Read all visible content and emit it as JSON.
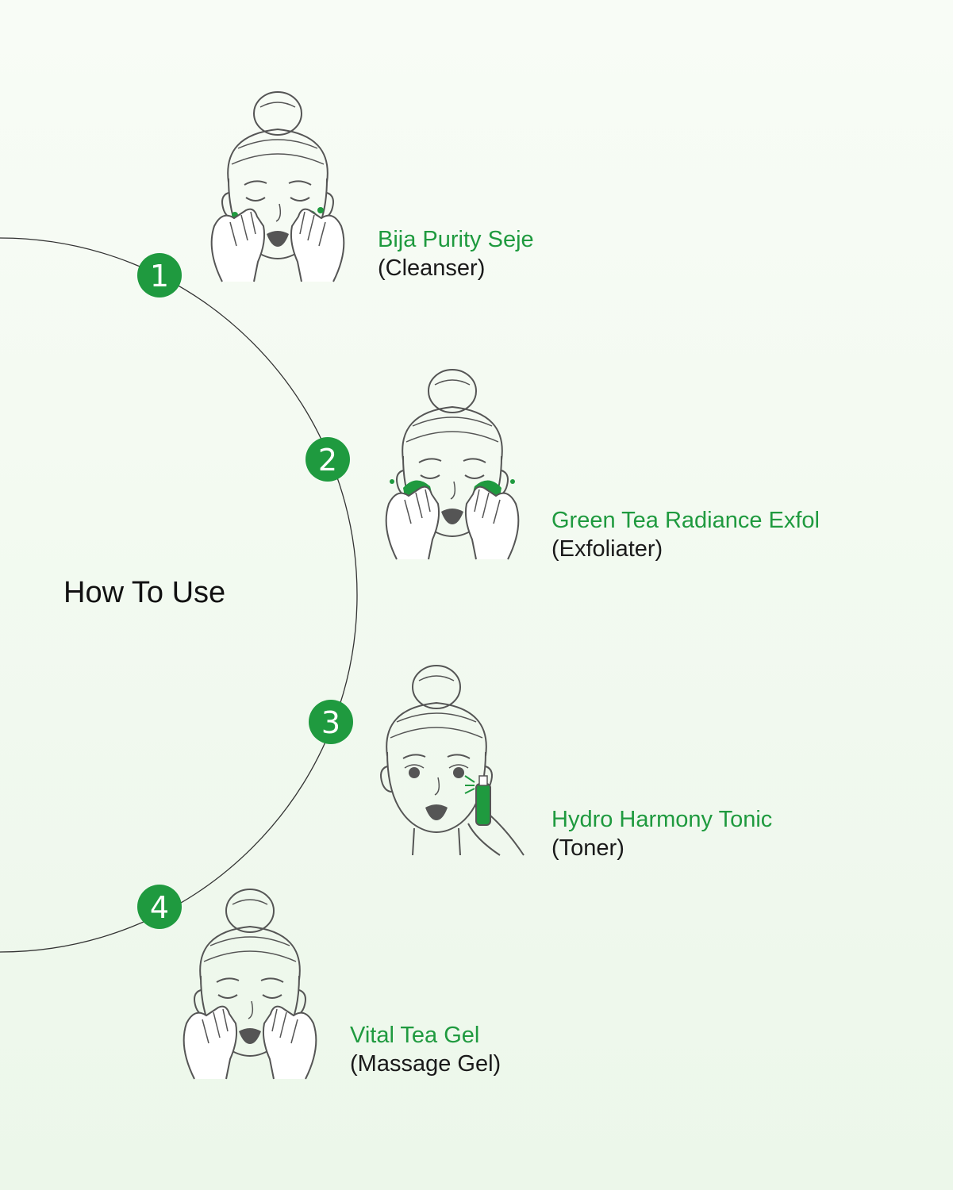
{
  "heading": "How To Use",
  "colors": {
    "accent": "#1f9a3f",
    "line": "#333333",
    "background": "#f3faf1"
  },
  "steps": [
    {
      "number": "1",
      "product": "Bija Purity Seje",
      "type": "(Cleanser)",
      "icon": "face-cleansing-icon"
    },
    {
      "number": "2",
      "product": "Green Tea Radiance Exfol",
      "type": "(Exfoliater)",
      "icon": "face-exfoliating-icon"
    },
    {
      "number": "3",
      "product": "Hydro Harmony Tonic",
      "type": "(Toner)",
      "icon": "face-toner-spray-icon"
    },
    {
      "number": "4",
      "product": "Vital Tea Gel",
      "type": "(Massage Gel)",
      "icon": "face-massage-icon"
    }
  ]
}
